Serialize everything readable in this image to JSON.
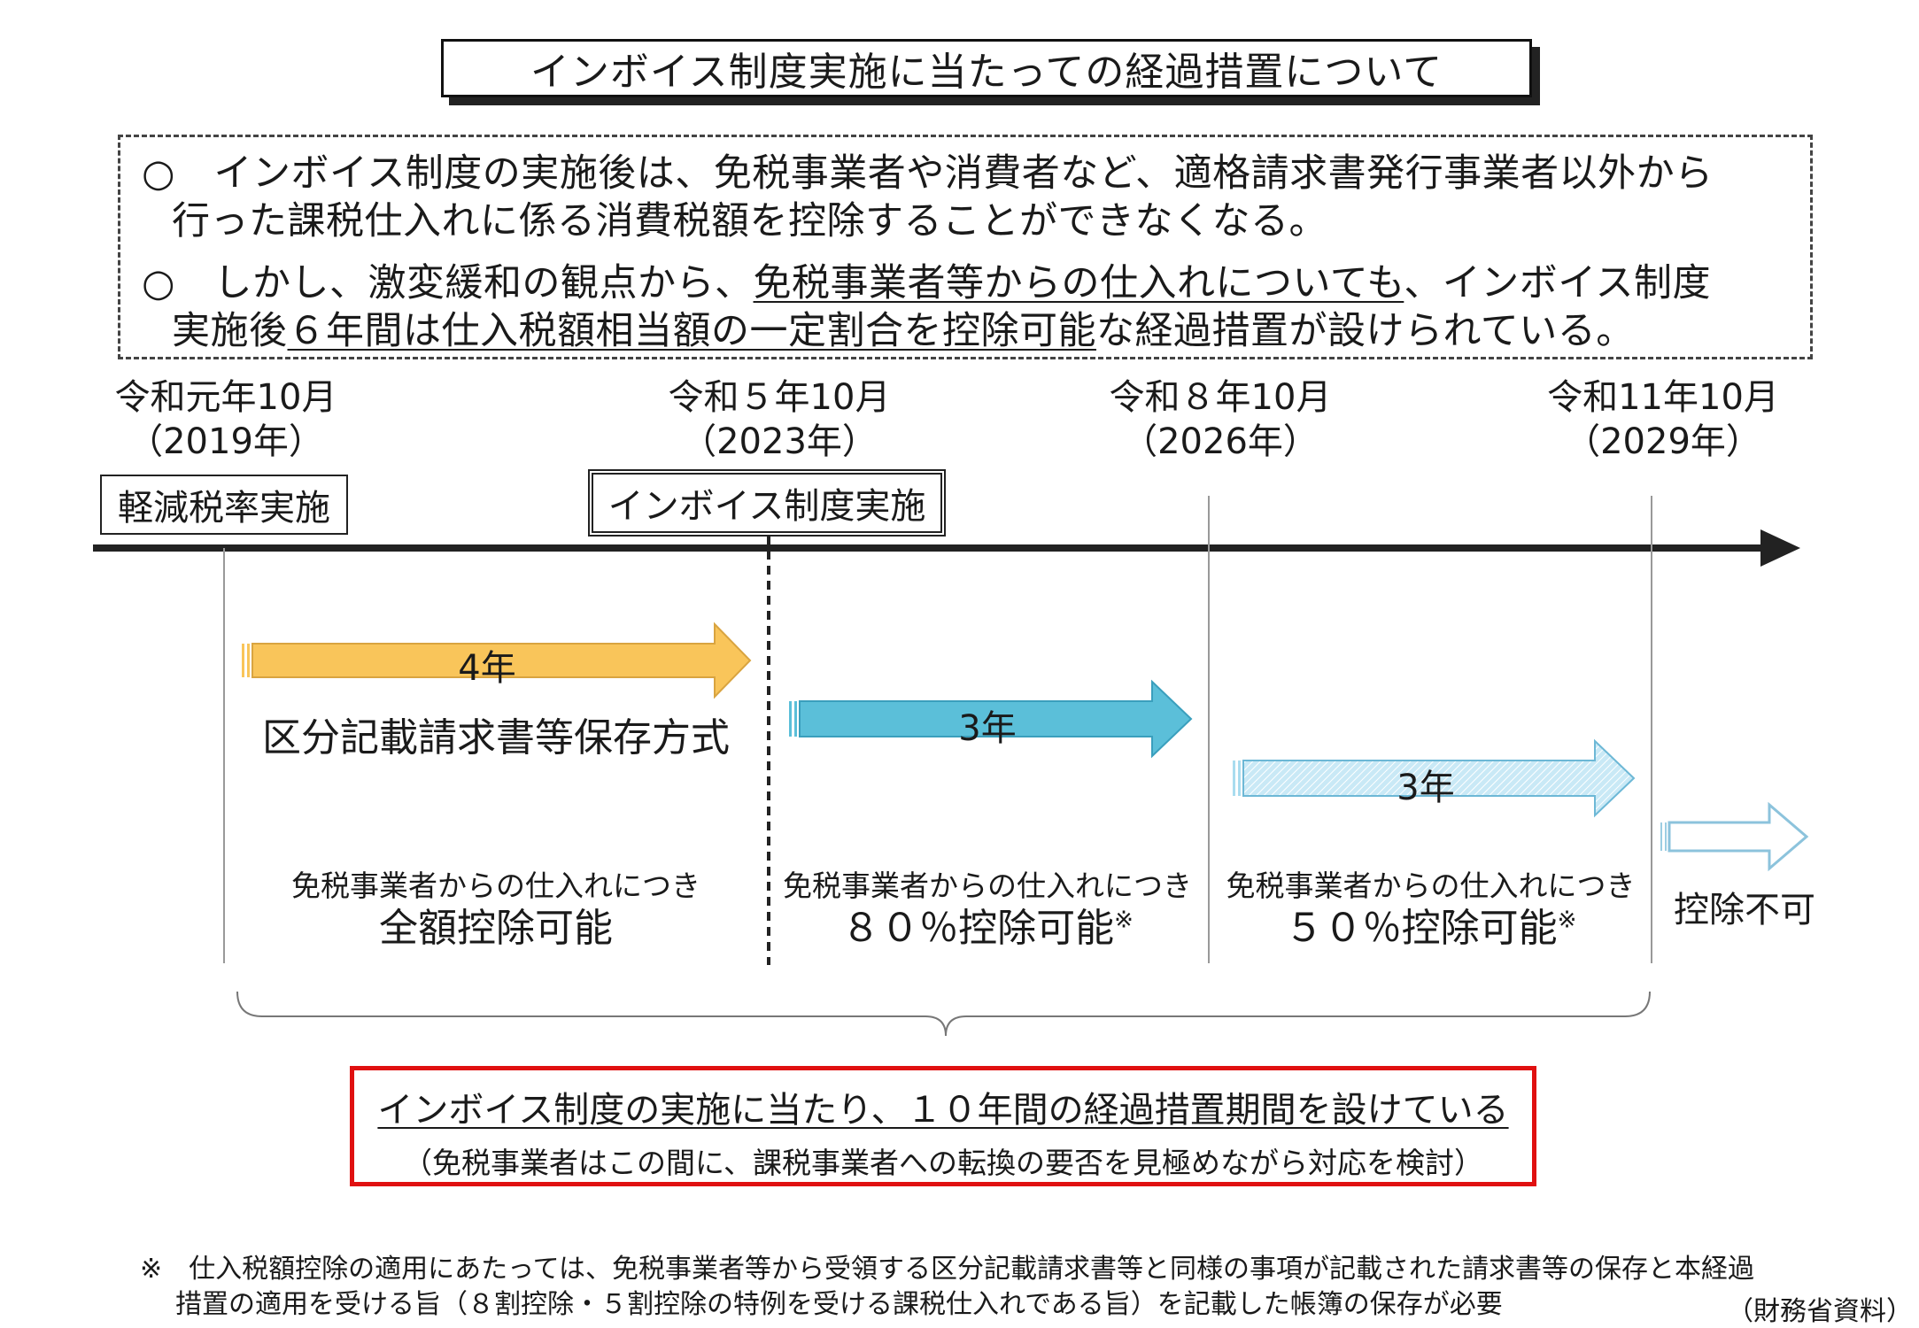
{
  "title": "インボイス制度実施に当たっての経過措置について",
  "summary": {
    "bullet1_line1": "○　インボイス制度の実施後は、免税事業者や消費者など、適格請求書発行事業者以外から",
    "bullet1_line2": "行った課税仕入れに係る消費税額を控除することができなくなる。",
    "bullet2_line1_pre": "○　しかし、激変緩和の観点から、",
    "bullet2_line1_u": "免税事業者等からの仕入れについても",
    "bullet2_line1_post": "、インボイス制度",
    "bullet2_line2_pre": "実施後",
    "bullet2_line2_u": "６年間は仕入税額相当額の一定割合を控除可能",
    "bullet2_line2_post": "な経過措置が設けられている。"
  },
  "dates": [
    {
      "label": "令和元年10月",
      "year": "（2019年）"
    },
    {
      "label": "令和５年10月",
      "year": "（2023年）"
    },
    {
      "label": "令和８年10月",
      "year": "（2026年）"
    },
    {
      "label": "令和11年10月",
      "year": "（2029年）"
    }
  ],
  "milestones": {
    "reduced_rate": "軽減税率実施",
    "invoice_start": "インボイス制度実施"
  },
  "periods": [
    {
      "duration": "4年",
      "method": "区分記載請求書等保存方式",
      "caption": "免税事業者からの仕入れにつき",
      "result": "全額控除可能",
      "mark": "",
      "color": "#f9c55a"
    },
    {
      "duration": "3年",
      "caption": "免税事業者からの仕入れにつき",
      "result": "８０％控除可能",
      "mark": "※",
      "color": "#5bbfd9"
    },
    {
      "duration": "3年",
      "caption": "免税事業者からの仕入れにつき",
      "result": "５０％控除可能",
      "mark": "※",
      "color": "#a9dcef"
    },
    {
      "result": "控除不可",
      "color": "#ffffff"
    }
  ],
  "note": {
    "main": "インボイス制度の実施に当たり、１０年間の経過措置期間を設けている",
    "sub": "（免税事業者はこの間に、課税事業者への転換の要否を見極めながら対応を検討）"
  },
  "footnote": {
    "line1": "※　仕入税額控除の適用にあたっては、免税事業者等から受領する区分記載請求書等と同様の事項が記載された請求書等の保存と本経過",
    "line2": "措置の適用を受ける旨（８割控除・５割控除の特例を受ける課税仕入れである旨）を記載した帳簿の保存が必要",
    "source": "（財務省資料）"
  }
}
